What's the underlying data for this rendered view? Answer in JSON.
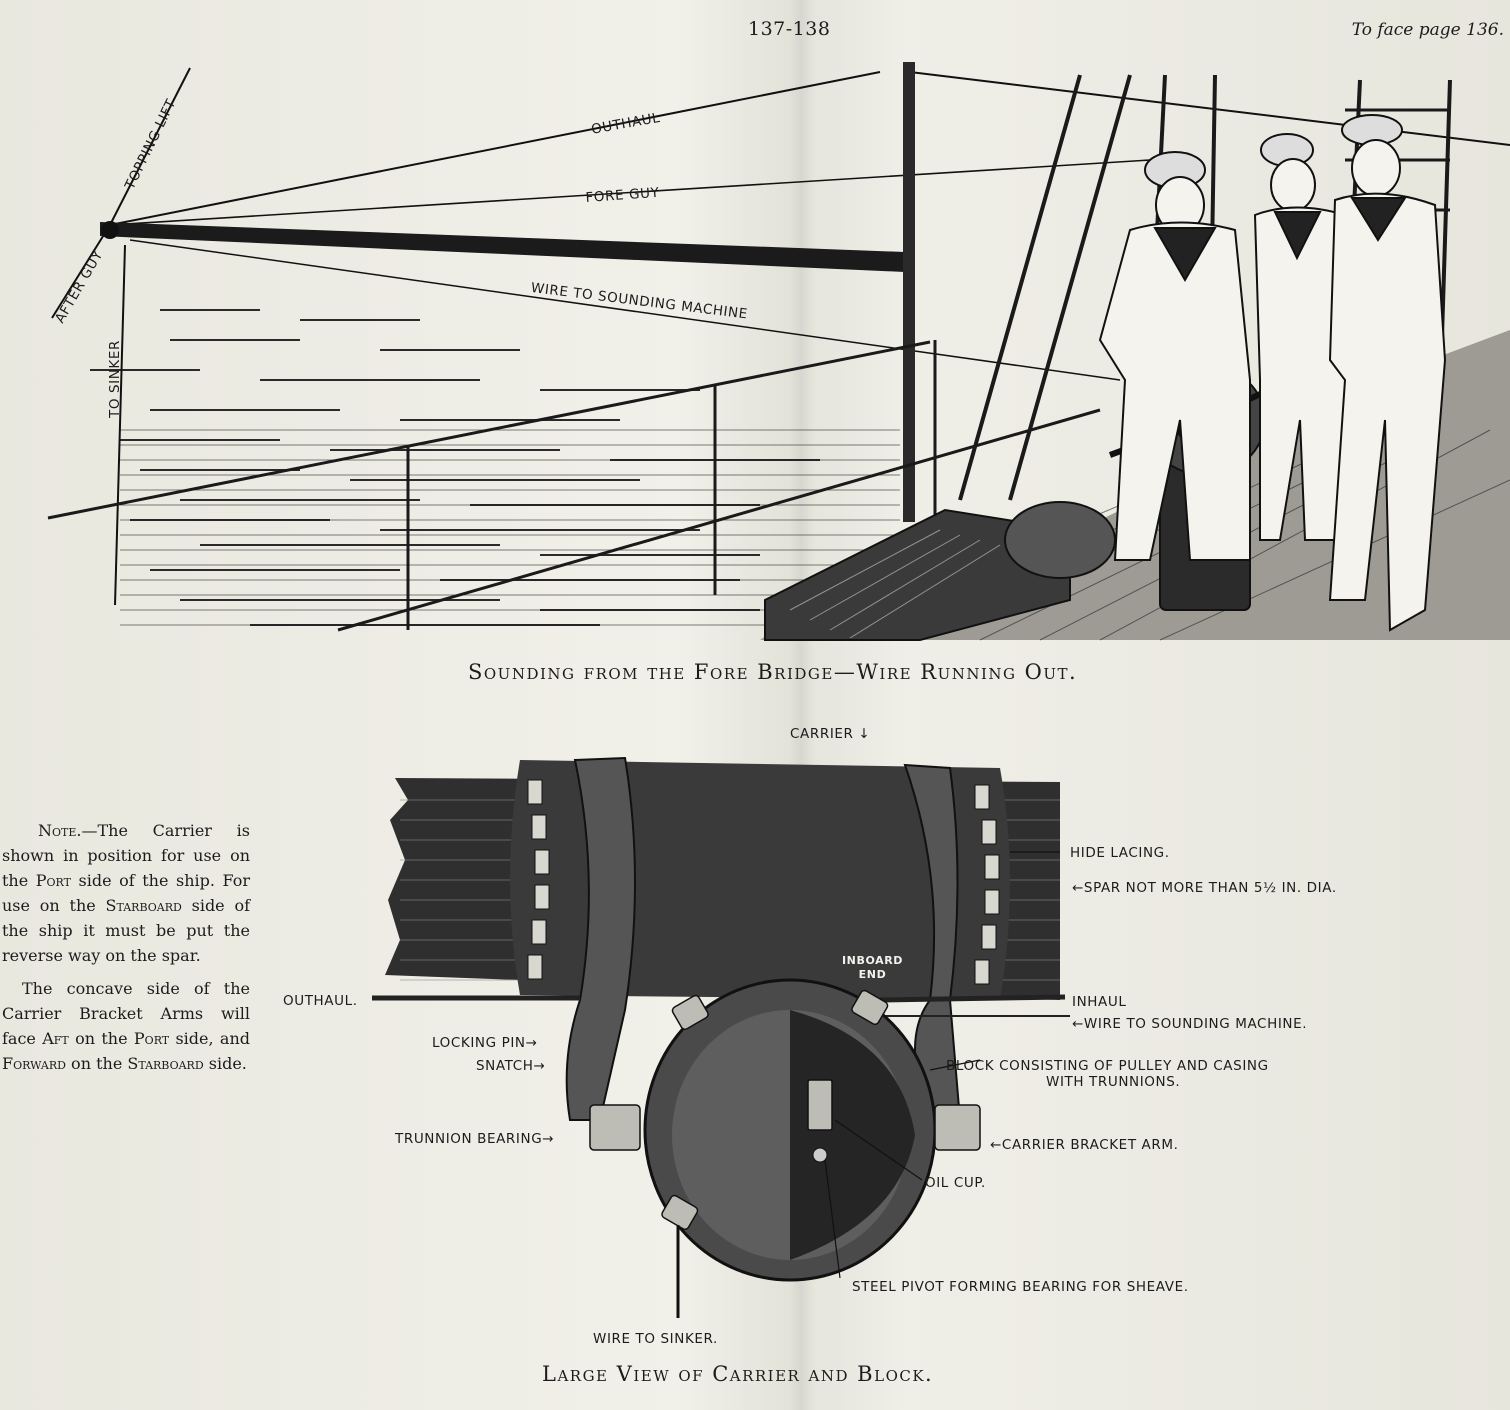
{
  "header": {
    "page_number": "137-138",
    "facing_note": "To face page 136."
  },
  "figure1": {
    "caption": "Sounding from the Fore Bridge—Wire Running Out.",
    "labels": {
      "outhaul": "OUTHAUL",
      "topping_lift": "TOPPING LIFT",
      "fore_guy": "FORE GUY",
      "after_guy": "AFTER GUY",
      "wire_to_sounding_machine": "WIRE TO SOUNDING MACHINE",
      "to_sinker": "TO SINKER"
    }
  },
  "figure2": {
    "caption": "Large View of Carrier and Block.",
    "labels": {
      "carrier": "CARRIER ↓",
      "hide_lacing": "HIDE LACING.",
      "spar_dia": "←SPAR NOT MORE THAN 5½ IN. DIA.",
      "inboard_end": "INBOARD END",
      "outhaul": "OUTHAUL.",
      "inhaul": "INHAUL",
      "wire_to_sounding_machine": "←WIRE TO SOUNDING MACHINE.",
      "locking_pin": "LOCKING PIN→",
      "snatch": "SNATCH→",
      "block_line1": "BLOCK CONSISTING OF PULLEY AND CASING",
      "block_line2": "WITH TRUNNIONS.",
      "trunnion_bearing": "TRUNNION BEARING→",
      "carrier_bracket_arm": "←CARRIER BRACKET ARM.",
      "oil_cup": "OIL CUP.",
      "steel_pivot": "STEEL PIVOT FORMING BEARING FOR SHEAVE.",
      "wire_to_sinker": "WIRE TO SINKER."
    }
  },
  "note": {
    "para1_lead": "Note.",
    "para1_a": "—The Carrier is shown in position for use on the ",
    "para1_port": "Port",
    "para1_b": " side of the ship. For use on the ",
    "para1_starboard": "Starboard",
    "para1_c": " side of the ship it must be put the reverse way on the spar.",
    "para2_a": "The concave side of the Carrier Bracket Arms will face ",
    "para2_aft": "Aft",
    "para2_b": " on the ",
    "para2_port": "Port",
    "para2_c": " side, and ",
    "para2_forward": "Forward",
    "para2_d": " on the ",
    "para2_starboard": "Starboard",
    "para2_e": " side."
  }
}
